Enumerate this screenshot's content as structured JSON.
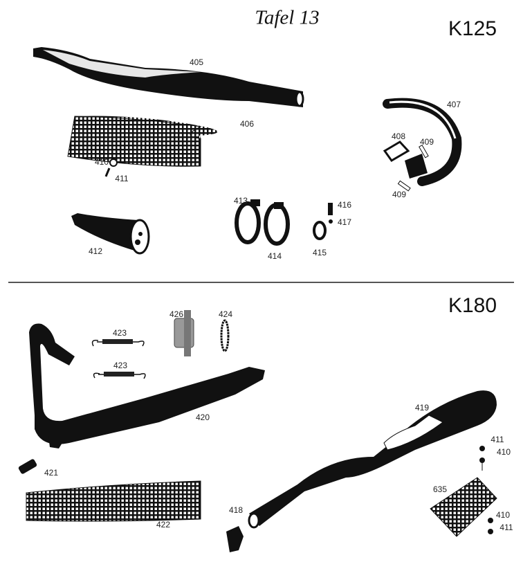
{
  "title": "Tafel 13",
  "sections": [
    {
      "model": "K125",
      "parts": [
        "405",
        "406",
        "407",
        "408",
        "409",
        "409",
        "410",
        "411",
        "412",
        "413",
        "414",
        "415",
        "416",
        "417"
      ]
    },
    {
      "model": "K180",
      "parts": [
        "426",
        "424",
        "423",
        "423",
        "420",
        "421",
        "422",
        "419",
        "411",
        "410",
        "635",
        "410",
        "411",
        "418"
      ]
    }
  ]
}
